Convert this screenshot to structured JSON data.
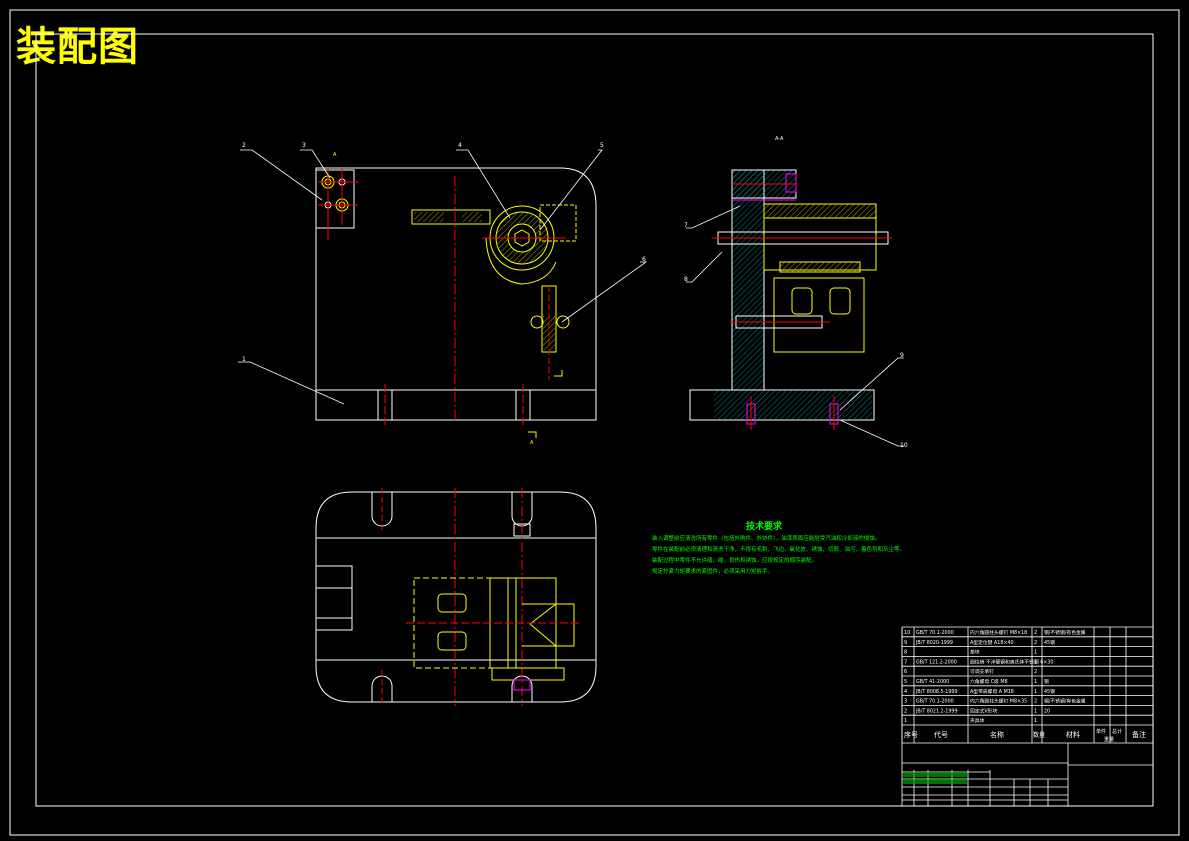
{
  "title": "装配图",
  "callouts": [
    "1",
    "2",
    "3",
    "4",
    "5",
    "6",
    "7",
    "8",
    "9",
    "10"
  ],
  "section_label": "A",
  "tech_requirements": {
    "title": "技术要求",
    "lines": [
      "装入调整前应清洗所有零件（包括外购件、外协件），油漆表面应能耐受汽油和冷却液的侵蚀。",
      "零件在装配前必须清理和清洗干净，不得有毛刺、飞边、氧化皮、锈蚀、切屑、油污、着色剂和灰尘等。",
      "装配过程中零件不允许磕、碰、划伤和锈蚀，应按规定的顺序装配。",
      "规定拧紧力矩要求的紧固件，必须采用力矩扳手。"
    ]
  },
  "bom": {
    "rows": [
      {
        "no": "10",
        "code": "GB/T 70.1-2000",
        "name": "内六角圆柱头螺钉 M8×18",
        "qty": "2",
        "material": "钢/不锈钢/有色金属"
      },
      {
        "no": "9",
        "code": "JB/T 8020-1999",
        "name": "A型定位键 A18×40",
        "qty": "2",
        "material": "45钢"
      },
      {
        "no": "8",
        "code": "",
        "name": "垫块",
        "qty": "1",
        "material": ""
      },
      {
        "no": "7",
        "code": "GB/T 121.2-2000",
        "name": "圆柱销 不淬硬钢和奥氏体不锈钢 6×30",
        "qty": "1",
        "material": ""
      },
      {
        "no": "6",
        "code": "",
        "name": "可调支承钉",
        "qty": "2",
        "material": ""
      },
      {
        "no": "5",
        "code": "GB/T 41-2000",
        "name": "六角螺母 C级 M8",
        "qty": "1",
        "material": "钢"
      },
      {
        "no": "4",
        "code": "JB/T 8008.5-1999",
        "name": "A型带肩螺母 A M18",
        "qty": "1",
        "material": "45钢"
      },
      {
        "no": "3",
        "code": "GB/T 70.1-2000",
        "name": "内六角圆柱头螺钉 M8×35",
        "qty": "2",
        "material": "钢/不锈钢/有色金属"
      },
      {
        "no": "2",
        "code": "JB/T 8021.2-1999",
        "name": "固定式V形块",
        "qty": "1",
        "material": "20"
      },
      {
        "no": "1",
        "code": "",
        "name": "夹具体",
        "qty": "1",
        "material": ""
      }
    ],
    "header": {
      "no": "序号",
      "code": "代号",
      "name": "名称",
      "qty": "数量",
      "material": "材料",
      "unit": "单件",
      "total": "总计",
      "weight": "重量",
      "remark": "备注"
    }
  },
  "colors": {
    "frame": "#ffffff",
    "title": "#ffff00",
    "centerline": "#ff0000",
    "tech": "#00ff00",
    "hatch": "#c8c800",
    "part": "#ffff00",
    "accent": "#ff00ff"
  }
}
